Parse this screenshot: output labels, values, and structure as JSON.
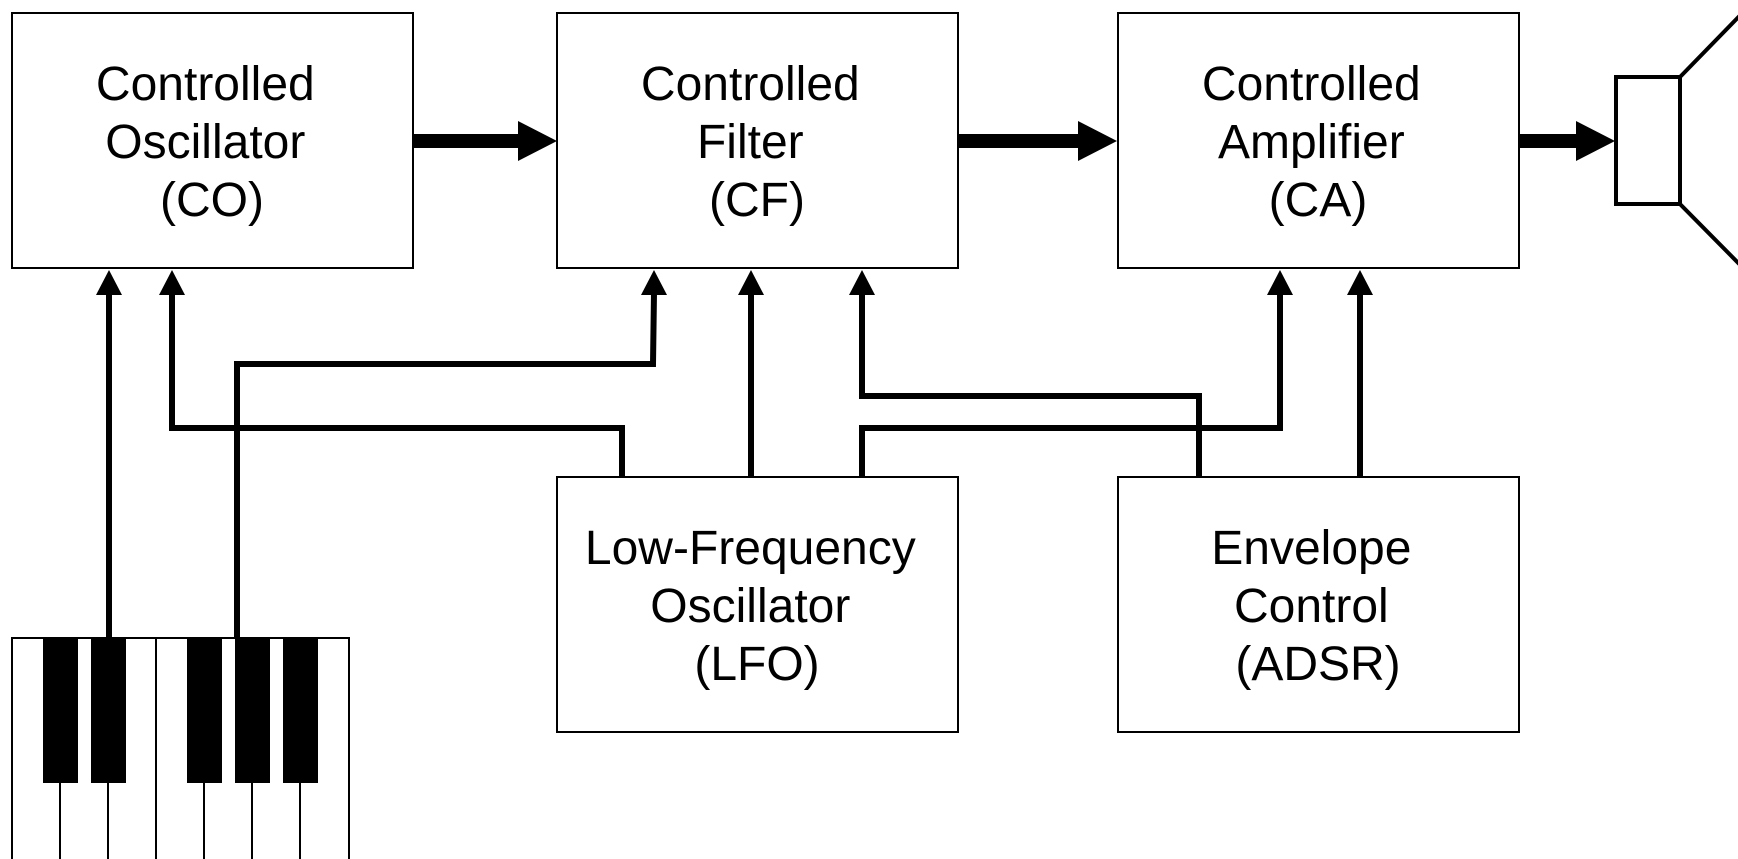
{
  "blocks": {
    "co": {
      "lines": [
        "Controlled",
        "Oscillator",
        "(CO)"
      ]
    },
    "cf": {
      "lines": [
        "Controlled",
        "Filter",
        "(CF)"
      ]
    },
    "ca": {
      "lines": [
        "Controlled",
        "Amplifier",
        "(CA)"
      ]
    },
    "lfo": {
      "lines": [
        "Low-Frequency",
        "Oscillator",
        "(LFO)"
      ]
    },
    "adsr": {
      "lines": [
        "Envelope",
        "Control",
        "(ADSR)"
      ]
    }
  },
  "signal_flow": [
    "co",
    "cf",
    "ca",
    "speaker"
  ],
  "control_connections": [
    {
      "from": "keyboard",
      "to": "co"
    },
    {
      "from": "keyboard",
      "to": "cf"
    },
    {
      "from": "lfo",
      "to": "co"
    },
    {
      "from": "lfo",
      "to": "cf"
    },
    {
      "from": "lfo",
      "to": "ca"
    },
    {
      "from": "adsr",
      "to": "cf"
    },
    {
      "from": "adsr",
      "to": "ca"
    }
  ],
  "icons": {
    "keyboard": "piano-keyboard-icon",
    "speaker": "loudspeaker-icon"
  },
  "colors": {
    "stroke": "#000000",
    "background": "#ffffff"
  }
}
